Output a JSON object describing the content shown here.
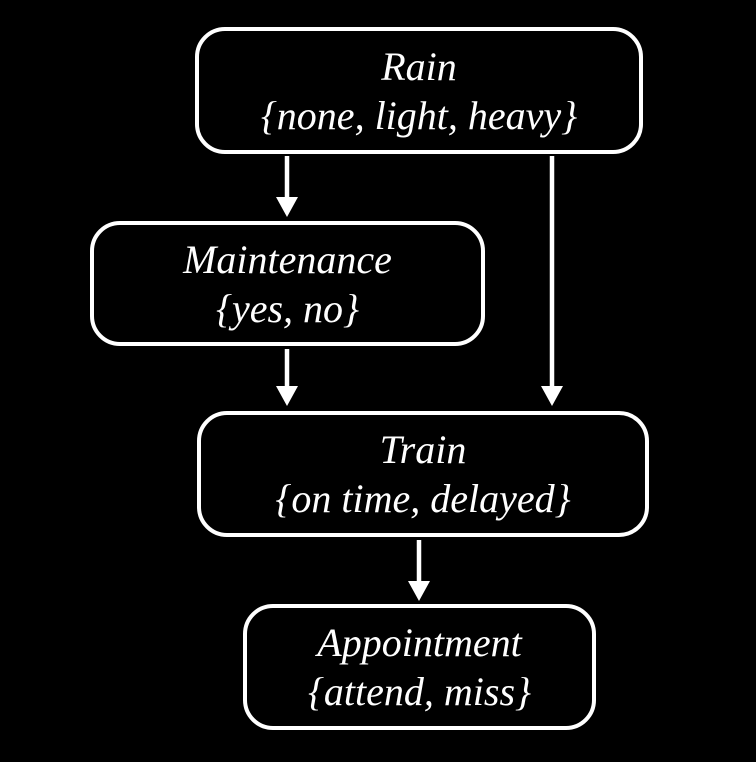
{
  "diagram": {
    "background_color": "#000000",
    "node_border_color": "#ffffff",
    "text_color": "#ffffff",
    "arrow_color": "#ffffff",
    "nodes": [
      {
        "id": "rain",
        "label": "Rain",
        "values": "{none, light, heavy}"
      },
      {
        "id": "maintenance",
        "label": "Maintenance",
        "values": "{yes, no}"
      },
      {
        "id": "train",
        "label": "Train",
        "values": "{on time, delayed}"
      },
      {
        "id": "appointment",
        "label": "Appointment",
        "values": "{attend, miss}"
      }
    ],
    "edges": [
      {
        "from": "rain",
        "to": "maintenance"
      },
      {
        "from": "rain",
        "to": "train"
      },
      {
        "from": "maintenance",
        "to": "train"
      },
      {
        "from": "train",
        "to": "appointment"
      }
    ]
  }
}
